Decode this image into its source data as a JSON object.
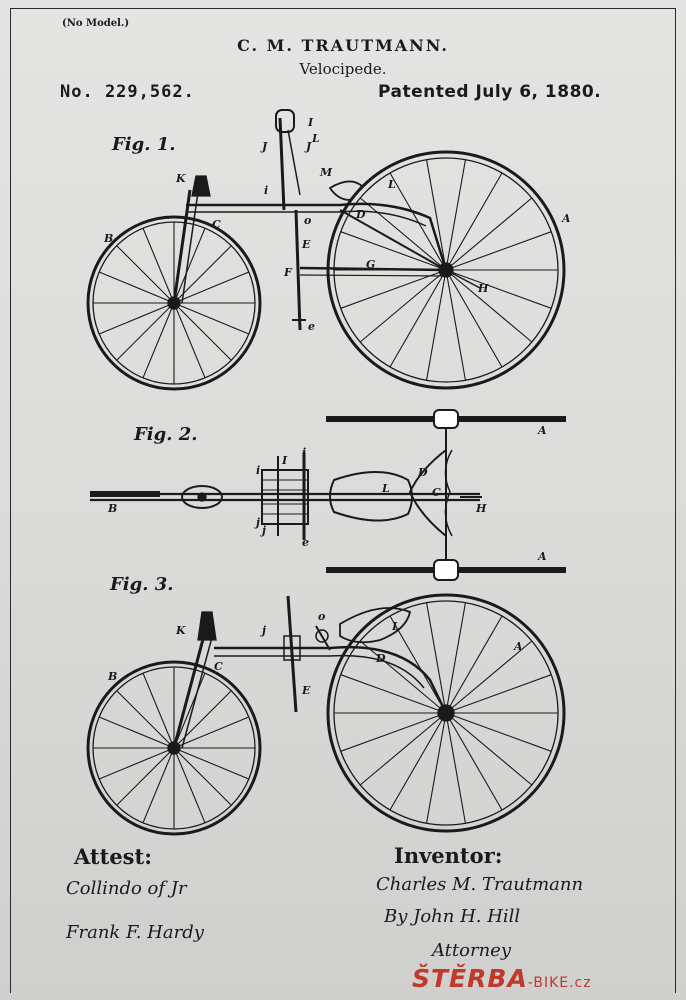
{
  "header": {
    "no_model": "(No Model.)",
    "inventor": "C. M. TRAUTMANN.",
    "title": "Velocipede.",
    "patent_number": "No. 229,562.",
    "patent_date": "Patented July 6, 1880."
  },
  "figures": {
    "fig1": "Fig. 1.",
    "fig2": "Fig. 2.",
    "fig3": "Fig. 3."
  },
  "labels": {
    "fig1": [
      "I",
      "L",
      "J",
      "J",
      "K",
      "M",
      "L",
      "i",
      "C",
      "D",
      "o",
      "A",
      "B",
      "E",
      "G",
      "F",
      "H",
      "e"
    ],
    "fig2": [
      "A",
      "I",
      "i",
      "i",
      "D",
      "L",
      "B",
      "j",
      "C",
      "H",
      "j",
      "e",
      "A"
    ],
    "fig3": [
      "K",
      "j",
      "o",
      "L",
      "A",
      "C",
      "D",
      "E",
      "B"
    ]
  },
  "footer": {
    "attest": "Attest:",
    "inventor_heading": "Inventor:",
    "witness1": "Collindo of Jr",
    "witness2": "Frank F. Hardy",
    "inventor_signature": "Charles M. Trautmann",
    "attorney_line": "By John H. Hill",
    "attorney_title": "Attorney"
  },
  "watermark": {
    "brand": "ŠTĚRBA",
    "site": "-BIKE.cz"
  }
}
